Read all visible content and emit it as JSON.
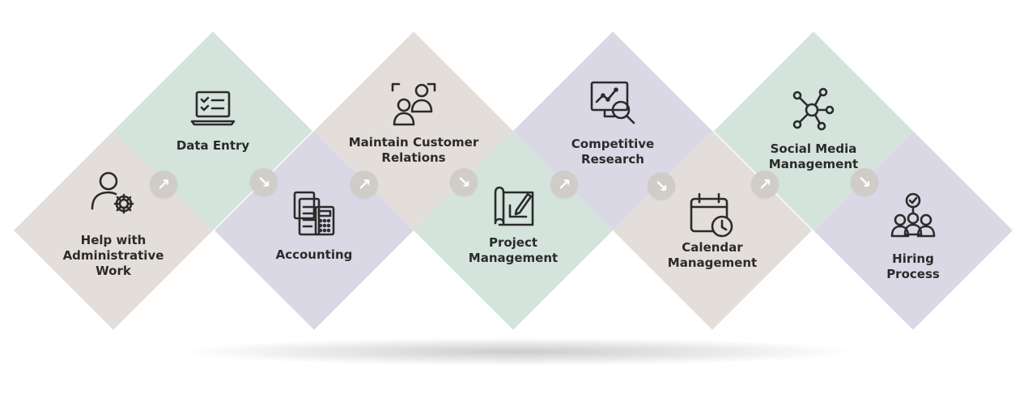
{
  "steps": [
    {
      "label": "Help with\nAdministrative\nWork",
      "icon": "user-gear-icon",
      "color": "#e3ded9"
    },
    {
      "label": "Data Entry",
      "icon": "laptop-checklist-icon",
      "color": "#d4e3dc"
    },
    {
      "label": "Accounting",
      "icon": "documents-calculator-icon",
      "color": "#dbd8e5"
    },
    {
      "label": "Maintain Customer\nRelations",
      "icon": "customers-icon",
      "color": "#e3ded9"
    },
    {
      "label": "Project\nManagement",
      "icon": "blueprint-pen-icon",
      "color": "#d4e3dc"
    },
    {
      "label": "Competitive\nResearch",
      "icon": "monitor-search-icon",
      "color": "#dbd8e5"
    },
    {
      "label": "Calendar\nManagement",
      "icon": "calendar-clock-icon",
      "color": "#e3ded9"
    },
    {
      "label": "Social Media\nManagement",
      "icon": "network-icon",
      "color": "#d4e3dc"
    },
    {
      "label": "Hiring\nProcess",
      "icon": "hiring-team-icon",
      "color": "#dbd8e5"
    }
  ],
  "connectors": [
    {
      "arrow": "↗",
      "icon": "arrow-up-right-icon"
    },
    {
      "arrow": "↘",
      "icon": "arrow-down-right-icon"
    },
    {
      "arrow": "↗",
      "icon": "arrow-up-right-icon"
    },
    {
      "arrow": "↘",
      "icon": "arrow-down-right-icon"
    },
    {
      "arrow": "↗",
      "icon": "arrow-up-right-icon"
    },
    {
      "arrow": "↘",
      "icon": "arrow-down-right-icon"
    },
    {
      "arrow": "↗",
      "icon": "arrow-up-right-icon"
    },
    {
      "arrow": "↘",
      "icon": "arrow-down-right-icon"
    }
  ],
  "icon_color": "#2b2b2b",
  "badge_color": "#d0ccc8"
}
